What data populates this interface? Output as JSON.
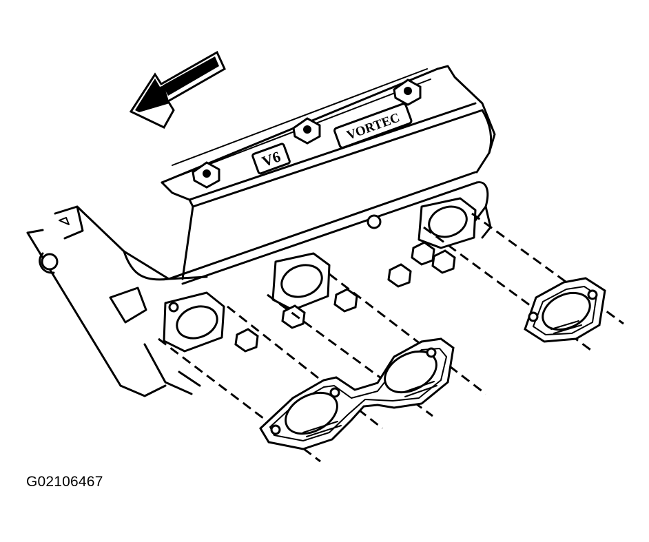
{
  "figure": {
    "code": "G02106467",
    "valve_cover_badge_v6": "V6",
    "valve_cover_badge_vortec": "VORTEC"
  },
  "colors": {
    "line": "#000000",
    "background": "#ffffff"
  },
  "icons": [
    "direction-arrow-icon"
  ]
}
